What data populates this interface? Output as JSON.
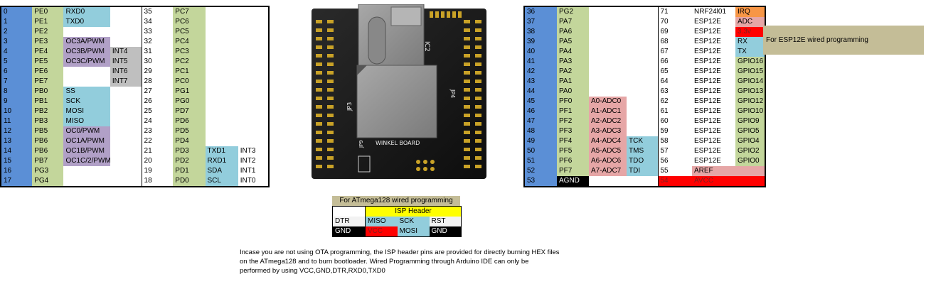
{
  "left_table": {
    "rows": [
      {
        "num": "0",
        "port": "PE0",
        "f1": "RXD0",
        "f2": "",
        "num2": "35",
        "port2": "PC7",
        "f3": "",
        "f4": ""
      },
      {
        "num": "1",
        "port": "PE1",
        "f1": "TXD0",
        "f2": "",
        "num2": "34",
        "port2": "PC6",
        "f3": "",
        "f4": ""
      },
      {
        "num": "2",
        "port": "PE2",
        "f1": "",
        "f2": "",
        "num2": "33",
        "port2": "PC5",
        "f3": "",
        "f4": ""
      },
      {
        "num": "3",
        "port": "PE3",
        "f1": "OC3A/PWM",
        "f2": "",
        "num2": "32",
        "port2": "PC4",
        "f3": "",
        "f4": ""
      },
      {
        "num": "4",
        "port": "PE4",
        "f1": "OC3B/PWM",
        "f2": "INT4",
        "num2": "31",
        "port2": "PC3",
        "f3": "",
        "f4": ""
      },
      {
        "num": "5",
        "port": "PE5",
        "f1": "OC3C/PWM",
        "f2": "INT5",
        "num2": "30",
        "port2": "PC2",
        "f3": "",
        "f4": ""
      },
      {
        "num": "6",
        "port": "PE6",
        "f1": "",
        "f2": "INT6",
        "num2": "29",
        "port2": "PC1",
        "f3": "",
        "f4": ""
      },
      {
        "num": "7",
        "port": "PE7",
        "f1": "",
        "f2": "INT7",
        "num2": "28",
        "port2": "PC0",
        "f3": "",
        "f4": ""
      },
      {
        "num": "8",
        "port": "PB0",
        "f1": "SS",
        "f2": "",
        "num2": "27",
        "port2": "PG1",
        "f3": "",
        "f4": ""
      },
      {
        "num": "9",
        "port": "PB1",
        "f1": "SCK",
        "f2": "",
        "num2": "26",
        "port2": "PG0",
        "f3": "",
        "f4": ""
      },
      {
        "num": "10",
        "port": "PB2",
        "f1": "MOSI",
        "f2": "",
        "num2": "25",
        "port2": "PD7",
        "f3": "",
        "f4": ""
      },
      {
        "num": "11",
        "port": "PB3",
        "f1": "MISO",
        "f2": "",
        "num2": "24",
        "port2": "PD6",
        "f3": "",
        "f4": ""
      },
      {
        "num": "12",
        "port": "PB5",
        "f1": "OC0/PWM",
        "f2": "",
        "num2": "23",
        "port2": "PD5",
        "f3": "",
        "f4": ""
      },
      {
        "num": "13",
        "port": "PB6",
        "f1": "OC1A/PWM",
        "f2": "",
        "num2": "22",
        "port2": "PD4",
        "f3": "",
        "f4": ""
      },
      {
        "num": "14",
        "port": "PB6",
        "f1": "OC1B/PWM",
        "f2": "",
        "num2": "21",
        "port2": "PD3",
        "f3": "TXD1",
        "f4": "INT3"
      },
      {
        "num": "15",
        "port": "PB7",
        "f1": "OC1C/2/PWM",
        "f2": "",
        "num2": "20",
        "port2": "PD2",
        "f3": "RXD1",
        "f4": "INT2"
      },
      {
        "num": "16",
        "port": "PG3",
        "f1": "",
        "f2": "",
        "num2": "19",
        "port2": "PD1",
        "f3": "SDA",
        "f4": "INT1"
      },
      {
        "num": "17",
        "port": "PG4",
        "f1": "",
        "f2": "",
        "num2": "18",
        "port2": "PD0",
        "f3": "SCL",
        "f4": "INT0"
      }
    ]
  },
  "right_table": {
    "rows": [
      {
        "num": "36",
        "port": "PG2",
        "f1": "",
        "f2": "",
        "num2": "71",
        "chip": "NRF24l01",
        "sig": "IRQ"
      },
      {
        "num": "37",
        "port": "PA7",
        "f1": "",
        "f2": "",
        "num2": "70",
        "chip": "ESP12E",
        "sig": "ADC"
      },
      {
        "num": "38",
        "port": "PA6",
        "f1": "",
        "f2": "",
        "num2": "69",
        "chip": "ESP12E",
        "sig": "3.3v"
      },
      {
        "num": "39",
        "port": "PA5",
        "f1": "",
        "f2": "",
        "num2": "68",
        "chip": "ESP12E",
        "sig": "RX"
      },
      {
        "num": "40",
        "port": "PA4",
        "f1": "",
        "f2": "",
        "num2": "67",
        "chip": "ESP12E",
        "sig": "TX"
      },
      {
        "num": "41",
        "port": "PA3",
        "f1": "",
        "f2": "",
        "num2": "66",
        "chip": "ESP12E",
        "sig": "GPIO16"
      },
      {
        "num": "42",
        "port": "PA2",
        "f1": "",
        "f2": "",
        "num2": "65",
        "chip": "ESP12E",
        "sig": "GPIO15"
      },
      {
        "num": "43",
        "port": "PA1",
        "f1": "",
        "f2": "",
        "num2": "64",
        "chip": "ESP12E",
        "sig": "GPIO14"
      },
      {
        "num": "44",
        "port": "PA0",
        "f1": "",
        "f2": "",
        "num2": "63",
        "chip": "ESP12E",
        "sig": "GPIO13"
      },
      {
        "num": "45",
        "port": "PF0",
        "f1": "A0-ADC0",
        "f2": "",
        "num2": "62",
        "chip": "ESP12E",
        "sig": "GPIO12"
      },
      {
        "num": "46",
        "port": "PF1",
        "f1": "A1-ADC1",
        "f2": "",
        "num2": "61",
        "chip": "ESP12E",
        "sig": "GPIO10"
      },
      {
        "num": "47",
        "port": "PF2",
        "f1": "A2-ADC2",
        "f2": "",
        "num2": "60",
        "chip": "ESP12E",
        "sig": "GPIO9"
      },
      {
        "num": "48",
        "port": "PF3",
        "f1": "A3-ADC3",
        "f2": "",
        "num2": "59",
        "chip": "ESP12E",
        "sig": "GPIO5"
      },
      {
        "num": "49",
        "port": "PF4",
        "f1": "A4-ADC4",
        "f2": "TCK",
        "num2": "58",
        "chip": "ESP12E",
        "sig": "GPIO4"
      },
      {
        "num": "50",
        "port": "PF5",
        "f1": "A5-ADC5",
        "f2": "TMS",
        "num2": "57",
        "chip": "ESP12E",
        "sig": "GPIO2"
      },
      {
        "num": "51",
        "port": "PF6",
        "f1": "A6-ADC6",
        "f2": "TDO",
        "num2": "56",
        "chip": "ESP12E",
        "sig": "GPIO0"
      },
      {
        "num": "52",
        "port": "PF7",
        "f1": "A7-ADC7",
        "f2": "TDI",
        "num2": "55",
        "chip": "AREF",
        "sig": ""
      },
      {
        "num": "53",
        "port": "AGND",
        "f1": "",
        "f2": "",
        "num2": "54",
        "chip": "AVCC",
        "sig": ""
      }
    ]
  },
  "esp_note": "For ESP12E wired programming",
  "board": {
    "label_ic2": "IC2",
    "label_jp3": "JP3",
    "label_jp4": "JP4",
    "label_jp9": "JP9",
    "brand": "WINKEL BOARD"
  },
  "isp": {
    "title": "For ATmega128 wired programming",
    "header": "ISP Header",
    "dtr": "DTR",
    "gnd": "GND",
    "miso": "MISO",
    "sck": "SCK",
    "rst": "RST",
    "vcc": "VCC",
    "mosi": "MOSI",
    "gnd2": "GND"
  },
  "note": "Incase you are not using OTA programming, the ISP header pins are provided for directly burning HEX files on the ATmega128 and to burn bootloader. Wired Programming through Arduino IDE can only be performed by using VCC,GND,DTR,RXD0,TXD0"
}
